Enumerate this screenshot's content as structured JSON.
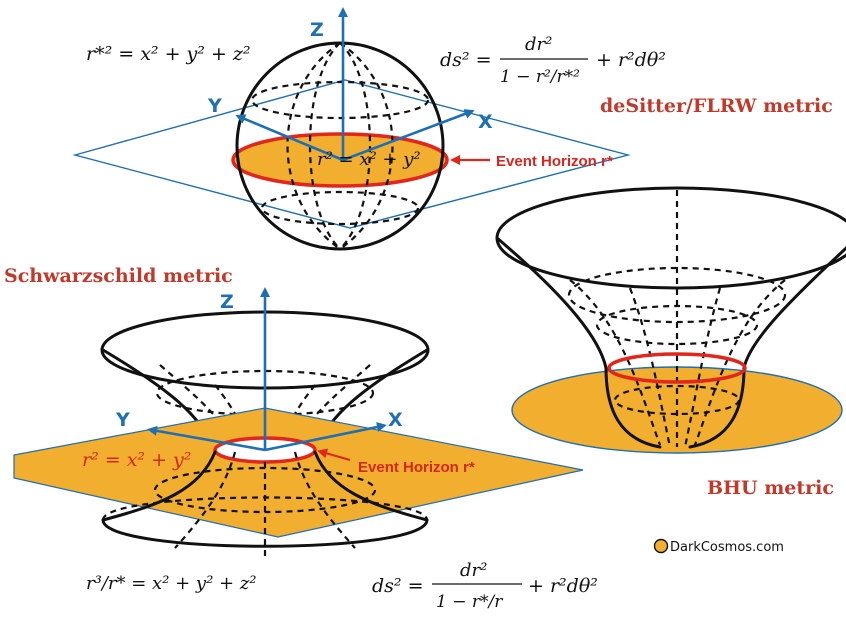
{
  "desitter": {
    "title": "deSitter/FLRW metric",
    "sphere_equation": "r*² = x² + y² + z²",
    "horizon_equation": "r² = x² + y²",
    "line_element": {
      "lhs": "ds² =",
      "numerator": "dr²",
      "denominator": "1 − r²/r*²",
      "tail": "+ r²dθ²"
    },
    "horizon_label": "Event Horizon r*",
    "axes": {
      "z": "Z",
      "y": "Y",
      "x": "X"
    }
  },
  "schwarzschild": {
    "title": "Schwarzschild metric",
    "horizon_equation": "r² = x² + y²",
    "surface_equation": "r³/r* = x² + y² + z²",
    "line_element": {
      "lhs": "ds² =",
      "numerator": "dr²",
      "denominator": "1 − r*/r",
      "tail": "+ r²dθ²"
    },
    "horizon_label": "Event Horizon r*",
    "axes": {
      "z": "Z",
      "y": "Y",
      "x": "X"
    }
  },
  "bhu": {
    "title": "BHU metric"
  },
  "credit": "DarkCosmos.com",
  "colors": {
    "axis_blue": "#1f6fb5",
    "title_red": "#c0392b",
    "horizon_red": "#e0261d",
    "plane_orange": "#f2ae2e"
  }
}
